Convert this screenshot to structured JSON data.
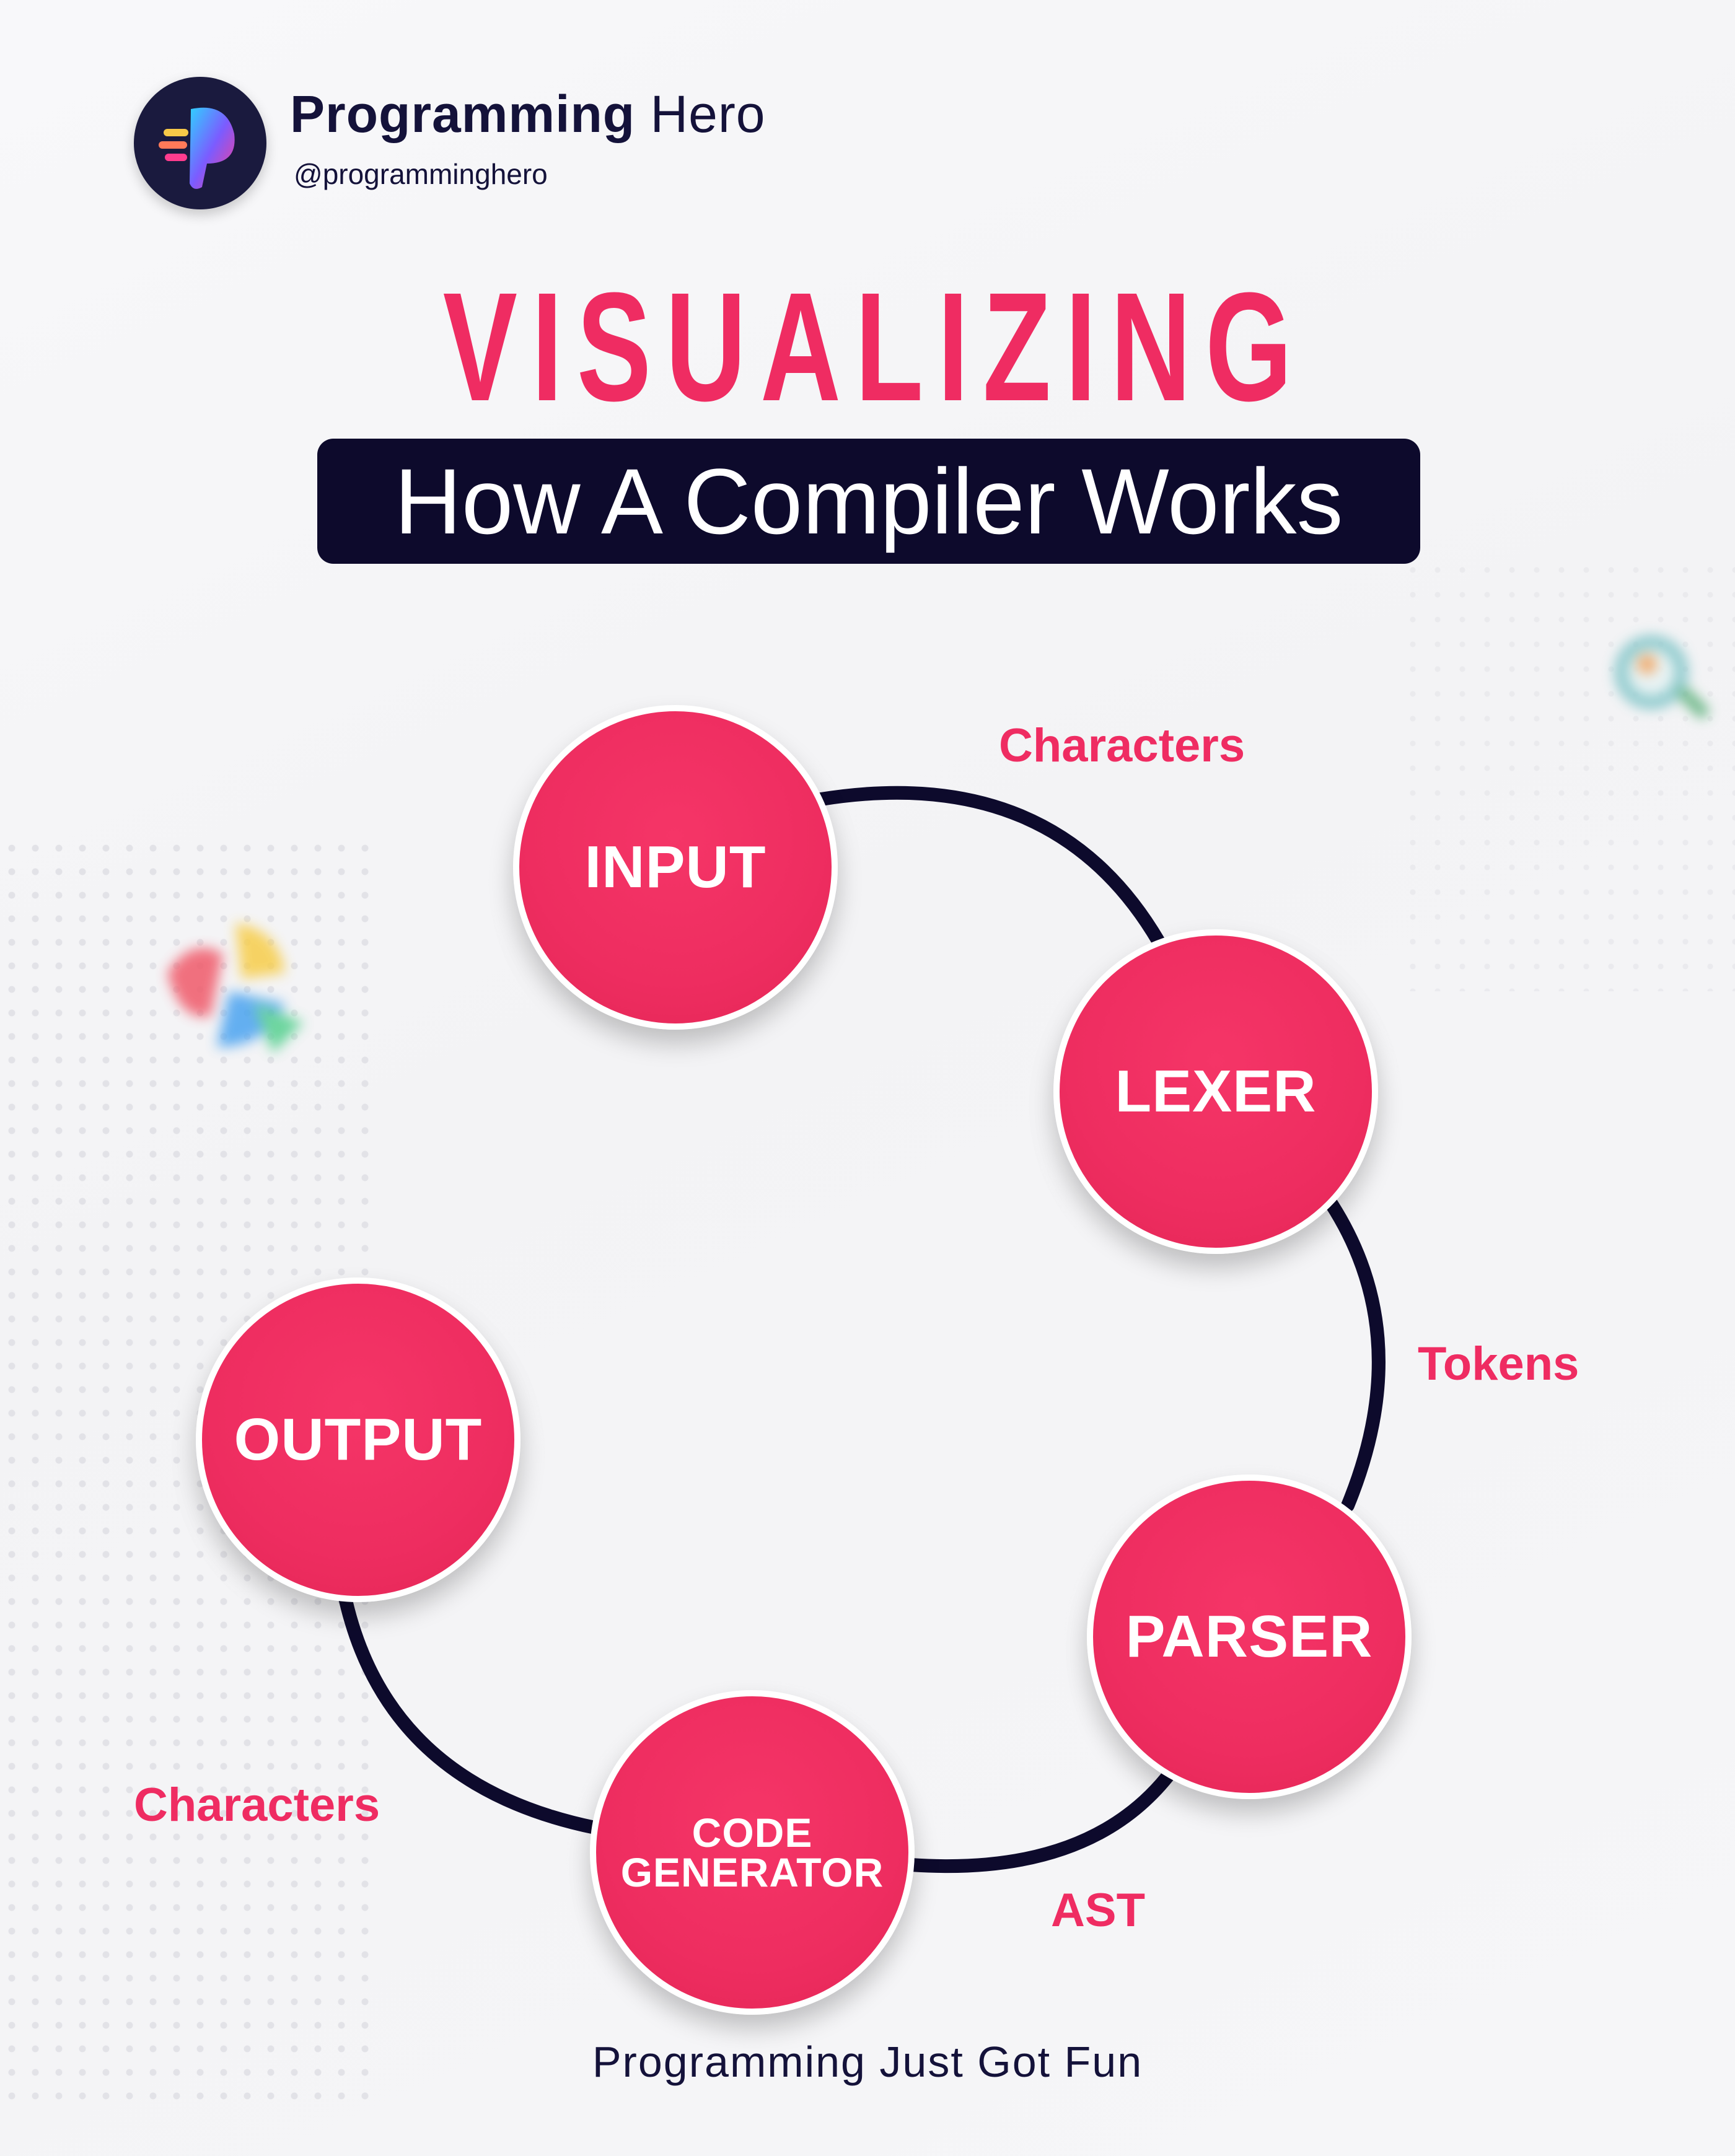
{
  "brand": {
    "name_strong": "Programming",
    "name_light": "Hero",
    "handle": "@programminghero"
  },
  "header": {
    "title": "VISUALIZING",
    "subtitle": "How A Compiler Works"
  },
  "diagram": {
    "nodes": {
      "input": "INPUT",
      "lexer": "LEXER",
      "parser": "PARSER",
      "code_generator": "CODE GENERATOR",
      "output": "OUTPUT"
    },
    "edges": {
      "input_lexer": "Characters",
      "lexer_parser": "Tokens",
      "parser_codegen": "AST",
      "codegen_output": "Characters"
    }
  },
  "footer": {
    "tagline": "Programming Just Got Fun"
  },
  "colors": {
    "accent": "#ef2c62",
    "dark": "#0d0a2c",
    "background": "#f4f4f6"
  }
}
